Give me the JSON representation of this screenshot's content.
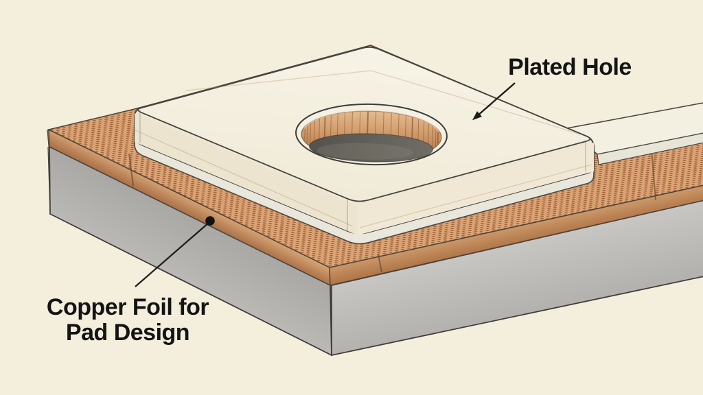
{
  "annotations": {
    "plated_hole_label": "Plated Hole",
    "copper_foil_label_line1": "Copper Foil for",
    "copper_foil_label_line2": "Pad Design"
  },
  "colors": {
    "background": "#f4eedc",
    "substrate_gray": "#b3b2ae",
    "copper_face": "#c08a5c",
    "copper_texture_base": "#dfa97a",
    "copper_texture_dot": "#a5683f",
    "solder_mask_cream": "#f3eede",
    "pad_base_white": "#e9e7db",
    "hole_plating_copper": "#cf9a69",
    "hole_bottom_dark": "#5f5d57",
    "outline": "#47443e",
    "label_text": "#141414"
  }
}
